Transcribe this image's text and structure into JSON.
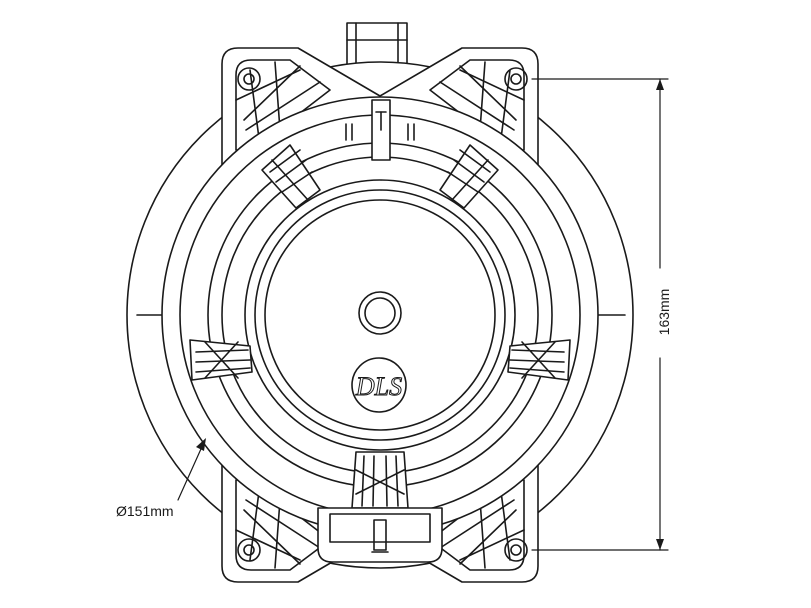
{
  "diagram": {
    "type": "technical-drawing",
    "subject": "speaker front view",
    "stroke_color": "#1a1a1a",
    "background": "#ffffff",
    "dimensions": {
      "diameter_label": "Ø151mm",
      "height_label": "163mm"
    },
    "logo_text": "DLS"
  }
}
